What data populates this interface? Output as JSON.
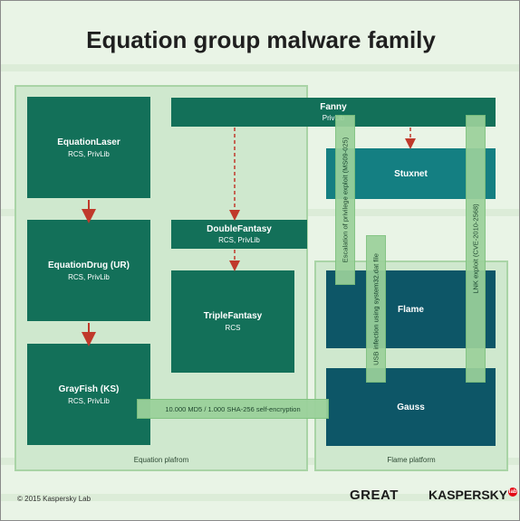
{
  "title": "Equation group malware family",
  "platforms": {
    "equation": "Equation plafrom",
    "flame": "Flame platform"
  },
  "boxes": {
    "equationlaser": {
      "name": "EquationLaser",
      "sub": "RCS, PrivLib"
    },
    "equationdrug": {
      "name": "EquationDrug (UR)",
      "sub": "RCS, PrivLib"
    },
    "grayfish": {
      "name": "GrayFish (KS)",
      "sub": "RCS, PrivLib"
    },
    "fanny": {
      "name": "Fanny",
      "sub": "PrivLib"
    },
    "doublefantasy": {
      "name": "DoubleFantasy",
      "sub": "RCS, PrivLib"
    },
    "triplefantasy": {
      "name": "TripleFantasy",
      "sub": "RCS"
    },
    "stuxnet": {
      "name": "Stuxnet"
    },
    "flame": {
      "name": "Flame"
    },
    "gauss": {
      "name": "Gauss"
    }
  },
  "bands": {
    "escalation": "Escalation of privilege exploit (MS09-025)",
    "usb": "USB infection using system32.dat file",
    "lnk": "LNK exploit (CVE-2010-2568)",
    "encryption": "10.000 MD5 / 1.000 SHA-256 self-encryption"
  },
  "footer": {
    "copyright": "© 2015 Kaspersky Lab",
    "great": "GREAT",
    "kaspersky": "KASPERSKY",
    "kaspersky_lab": "lab"
  },
  "colors": {
    "box": "#137059",
    "stuxnet": "#147f82",
    "flame_gauss": "#0d5667",
    "band": "#9bd19b",
    "arrow": "#c0392b",
    "platform": "#cfe8ce"
  }
}
